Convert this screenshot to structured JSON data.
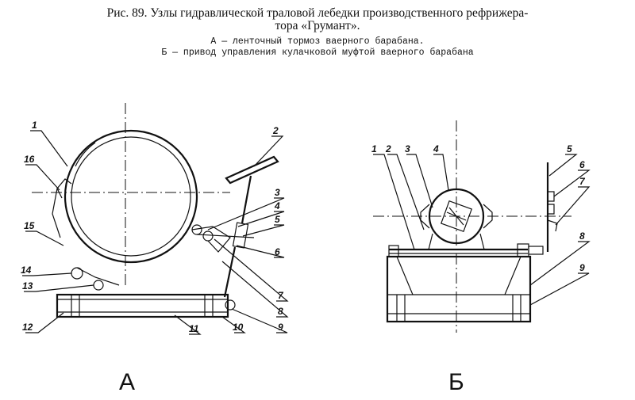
{
  "caption": {
    "line1": "Рис. 89. Узлы гидравлической траловой лебедки производственного рефрижера-",
    "line2": "тора «Грумант».",
    "line3": "А — ленточный тормоз ваерного барабана.",
    "line4": "Б — привод управления кулачковой муфтой ваерного барабана"
  },
  "figure_a": {
    "title": "А",
    "labels": [
      "1",
      "2",
      "3",
      "4",
      "5",
      "6",
      "7",
      "8",
      "9",
      "10",
      "11",
      "12",
      "13",
      "14",
      "15",
      "16"
    ]
  },
  "figure_b": {
    "title": "Б",
    "labels": [
      "1",
      "2",
      "3",
      "4",
      "5",
      "6",
      "7",
      "8",
      "9"
    ]
  }
}
